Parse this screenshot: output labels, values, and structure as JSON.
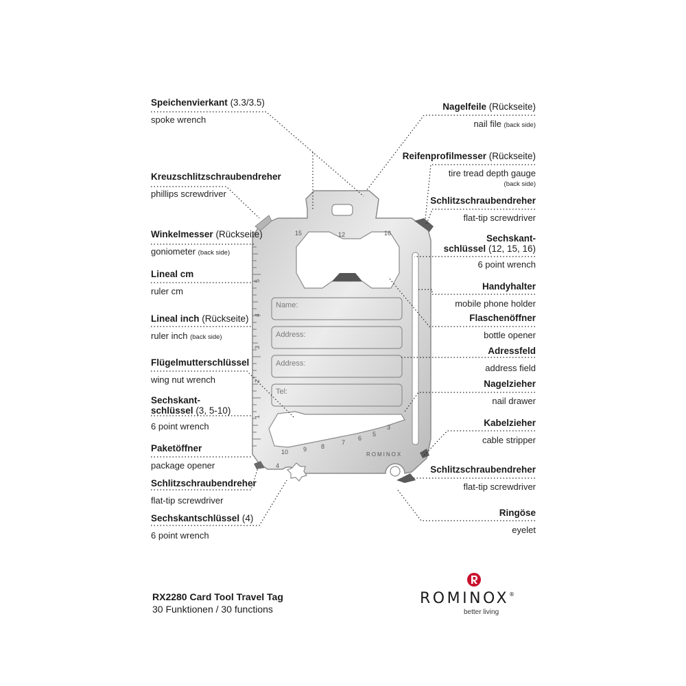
{
  "labels_left": [
    {
      "id": "spoke",
      "de": "Speichenvierkant",
      "de_note": "(3.3/3.5)",
      "en": "spoke wrench",
      "en_note": ""
    },
    {
      "id": "phillips",
      "de": "Kreuzschlitzschraubendreher",
      "de_note": "",
      "en": "phillips screwdriver",
      "en_note": ""
    },
    {
      "id": "goniometer",
      "de": "Winkelmesser",
      "de_note": "(Rückseite)",
      "en": "goniometer",
      "en_note": "(back side)"
    },
    {
      "id": "ruler-cm",
      "de": "Lineal cm",
      "de_note": "",
      "en": "ruler cm",
      "en_note": ""
    },
    {
      "id": "ruler-inch",
      "de": "Lineal inch",
      "de_note": "(Rückseite)",
      "en": "ruler inch",
      "en_note": "(back side)"
    },
    {
      "id": "wingnut",
      "de": "Flügelmutterschlüssel",
      "de_note": "",
      "en": "wing nut wrench",
      "en_note": ""
    },
    {
      "id": "hex-left",
      "de_line1": "Sechskant-",
      "de": "schlüssel",
      "de_note": "(3, 5-10)",
      "en": "6 point wrench",
      "en_note": ""
    },
    {
      "id": "package",
      "de": "Paketöffner",
      "de_note": "",
      "en": "package opener",
      "en_note": ""
    },
    {
      "id": "flat-left",
      "de": "Schlitzschraubendreher",
      "de_note": "",
      "en": "flat-tip screwdriver",
      "en_note": ""
    },
    {
      "id": "hex4",
      "de": "Sechskantschlüssel",
      "de_note": "(4)",
      "en": "6 point wrench",
      "en_note": ""
    }
  ],
  "labels_right": [
    {
      "id": "nailfile",
      "de": "Nagelfeile",
      "de_note": "(Rückseite)",
      "en": "nail file",
      "en_note": "(back side)"
    },
    {
      "id": "tread",
      "de": "Reifenprofilmesser",
      "de_note": "(Rückseite)",
      "en": "tire tread depth gauge",
      "en_note": "(back side)"
    },
    {
      "id": "flat-top",
      "de": "Schlitzschraubendreher",
      "de_note": "",
      "en": "flat-tip screwdriver",
      "en_note": ""
    },
    {
      "id": "hex-right",
      "de_line1": "Sechskant-",
      "de": "schlüssel",
      "de_note": "(12, 15, 16)",
      "en": "6 point wrench",
      "en_note": ""
    },
    {
      "id": "phone",
      "de": "Handyhalter",
      "de_note": "",
      "en": "mobile phone holder",
      "en_note": ""
    },
    {
      "id": "bottle",
      "de": "Flaschenöffner",
      "de_note": "",
      "en": "bottle opener",
      "en_note": ""
    },
    {
      "id": "address",
      "de": "Adressfeld",
      "de_note": "",
      "en": "address field",
      "en_note": ""
    },
    {
      "id": "nail",
      "de": "Nagelzieher",
      "de_note": "",
      "en": "nail drawer",
      "en_note": ""
    },
    {
      "id": "cable",
      "de": "Kabelzieher",
      "de_note": "",
      "en": "cable stripper",
      "en_note": ""
    },
    {
      "id": "flat-bottom",
      "de": "Schlitzschraubendreher",
      "de_note": "",
      "en": "flat-tip screwdriver",
      "en_note": ""
    },
    {
      "id": "eyelet",
      "de": "Ringöse",
      "de_note": "",
      "en": "eyelet",
      "en_note": ""
    }
  ],
  "card": {
    "fields": [
      "Name:",
      "Address:",
      "Address:",
      "Tel:"
    ],
    "hex_sizes": [
      "15",
      "12",
      "16"
    ],
    "wrench_sizes": [
      "10",
      "9",
      "8",
      "7",
      "6",
      "5",
      "3"
    ],
    "ruler_cm": [
      "1",
      "2",
      "3",
      "4",
      "5"
    ],
    "hex4_label": "4",
    "engraving": "ROMINOX"
  },
  "footer": {
    "title": "RX2280 Card Tool Travel Tag",
    "subtitle": "30 Funktionen / 30 functions"
  },
  "brand": {
    "name": "ROMINOX",
    "tagline": "better living",
    "logo_color": "#c8102e"
  }
}
